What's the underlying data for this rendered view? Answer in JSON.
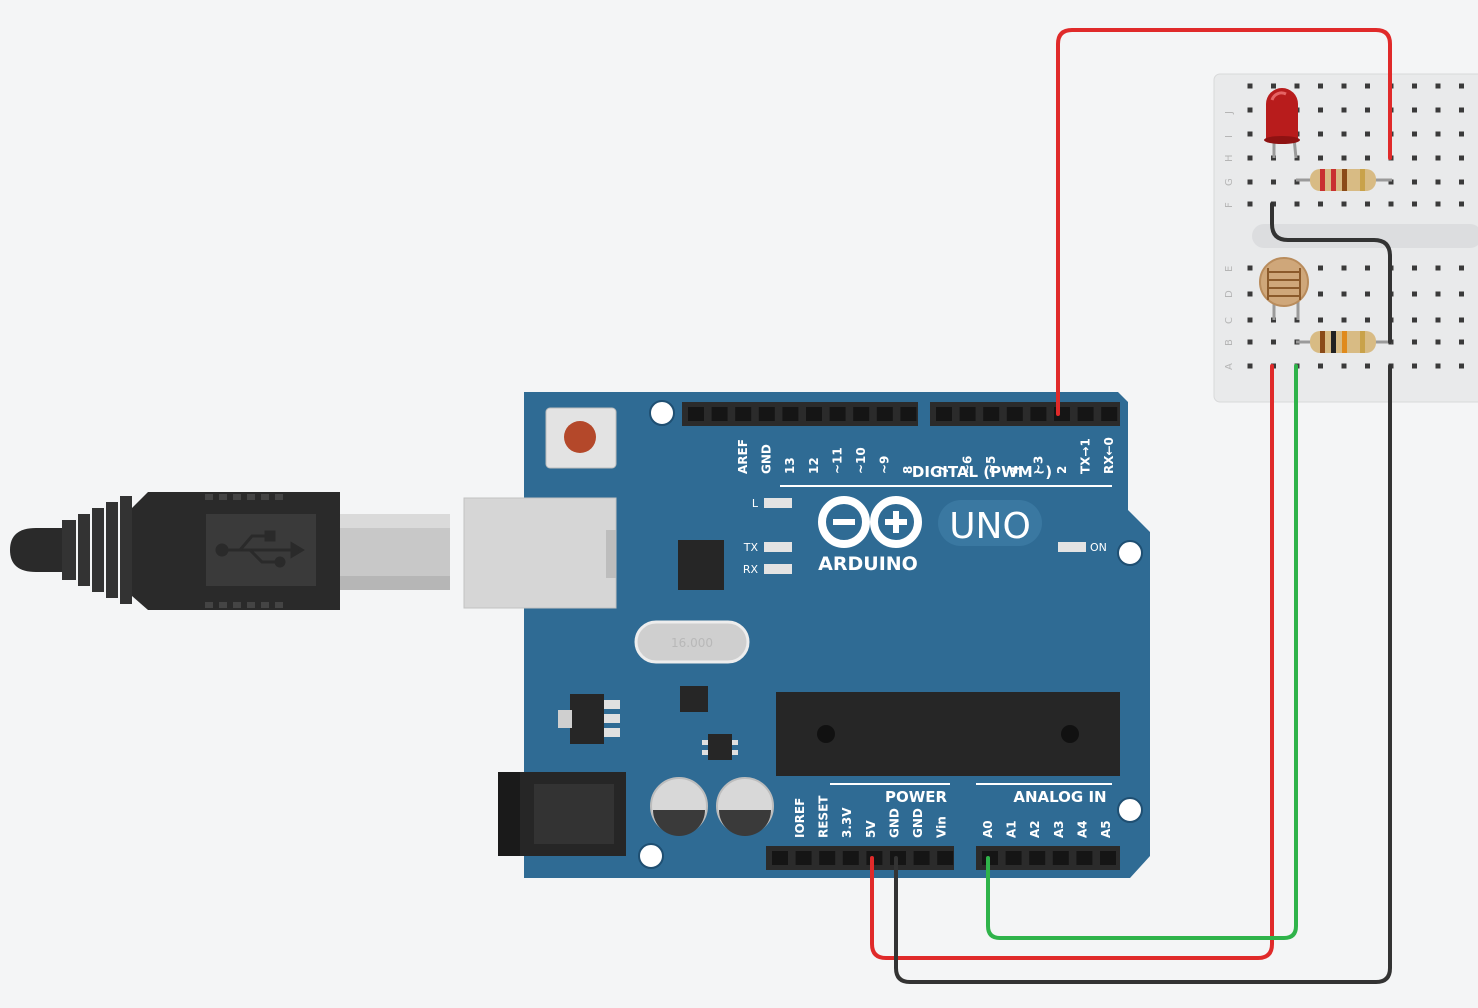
{
  "colors": {
    "canvas": "#f4f5f6",
    "board": "#2f6b94",
    "board_text": "#ffffff",
    "header": "#2b2b2b",
    "wire_red": "#e02a2a",
    "wire_green": "#2fb34a",
    "wire_black": "#333333",
    "breadboard": "#e9eaeb",
    "led": "#b81c1c",
    "usb_plug": "#2a2a2a"
  },
  "board": {
    "brand": "ARDUINO",
    "model": "UNO",
    "digital_header_label": "DIGITAL (PWM~)",
    "power_header_label": "POWER",
    "analog_header_label": "ANALOG IN",
    "digital_pins_left": [
      "AREF",
      "GND",
      "13",
      "12",
      "~11",
      "~10",
      "~9",
      "8"
    ],
    "digital_pins_right": [
      "7",
      "~6",
      "~5",
      "4",
      "~3",
      "2",
      "TX→1",
      "RX←0"
    ],
    "power_pins": [
      "IOREF",
      "RESET",
      "3.3V",
      "5V",
      "GND",
      "GND",
      "Vin"
    ],
    "analog_pins": [
      "A0",
      "A1",
      "A2",
      "A3",
      "A4",
      "A5"
    ],
    "leds": {
      "l": "L",
      "tx": "TX",
      "rx": "RX",
      "on": "ON"
    },
    "crystal_marking": "16.000"
  },
  "breadboard": {
    "row_letters_top": [
      "J",
      "I",
      "H",
      "G",
      "F"
    ],
    "row_letters_bottom": [
      "E",
      "D",
      "C",
      "B",
      "A"
    ]
  },
  "icons": {
    "usb": "usb-trident-icon",
    "infinity_logo": "arduino-infinity-logo"
  }
}
